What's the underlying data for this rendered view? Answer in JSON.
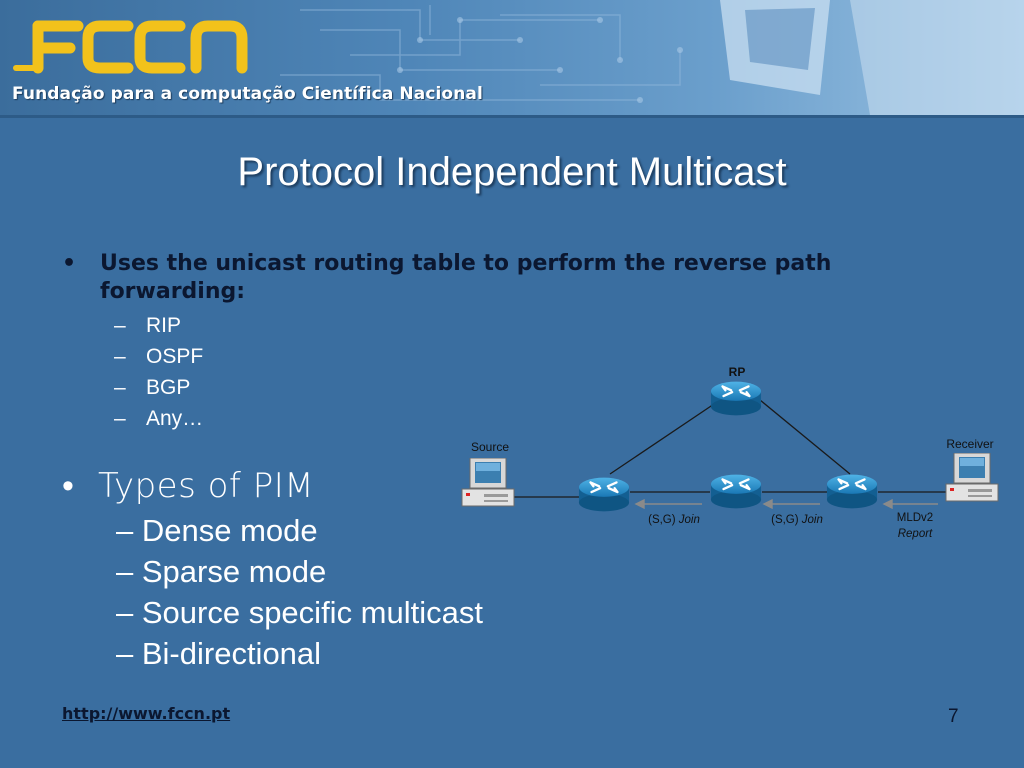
{
  "header": {
    "logo_text": "FCCN",
    "subtitle": "Fundação para a computação Científica Nacional"
  },
  "slide": {
    "title": "Protocol Independent Multicast",
    "bullet1": {
      "marker": "•",
      "text": "Uses the unicast routing table to perform the reverse path forwarding:",
      "items": [
        "RIP",
        "OSPF",
        "BGP",
        "Any…"
      ]
    },
    "bullet2": {
      "marker": "•",
      "text": "Types of PIM",
      "items": [
        "Dense mode",
        "Sparse mode",
        "Source specific multicast",
        "Bi-directional"
      ]
    }
  },
  "diagram": {
    "rp_label": "RP",
    "source_label": "Source",
    "receiver_label": "Receiver",
    "join1_prefix": "(S,G) ",
    "join1_word": "Join",
    "join2_prefix": "(S,G) ",
    "join2_word": "Join",
    "report_line1": "MLDv2",
    "report_line2": "Report"
  },
  "footer": {
    "url": "http://www.fccn.pt",
    "page_number": "7"
  },
  "colors": {
    "background": "#3a6ea0",
    "dark_text": "#0b1730",
    "logo_yellow": "#f2c21b",
    "router_blue": "#1f7fb8"
  }
}
